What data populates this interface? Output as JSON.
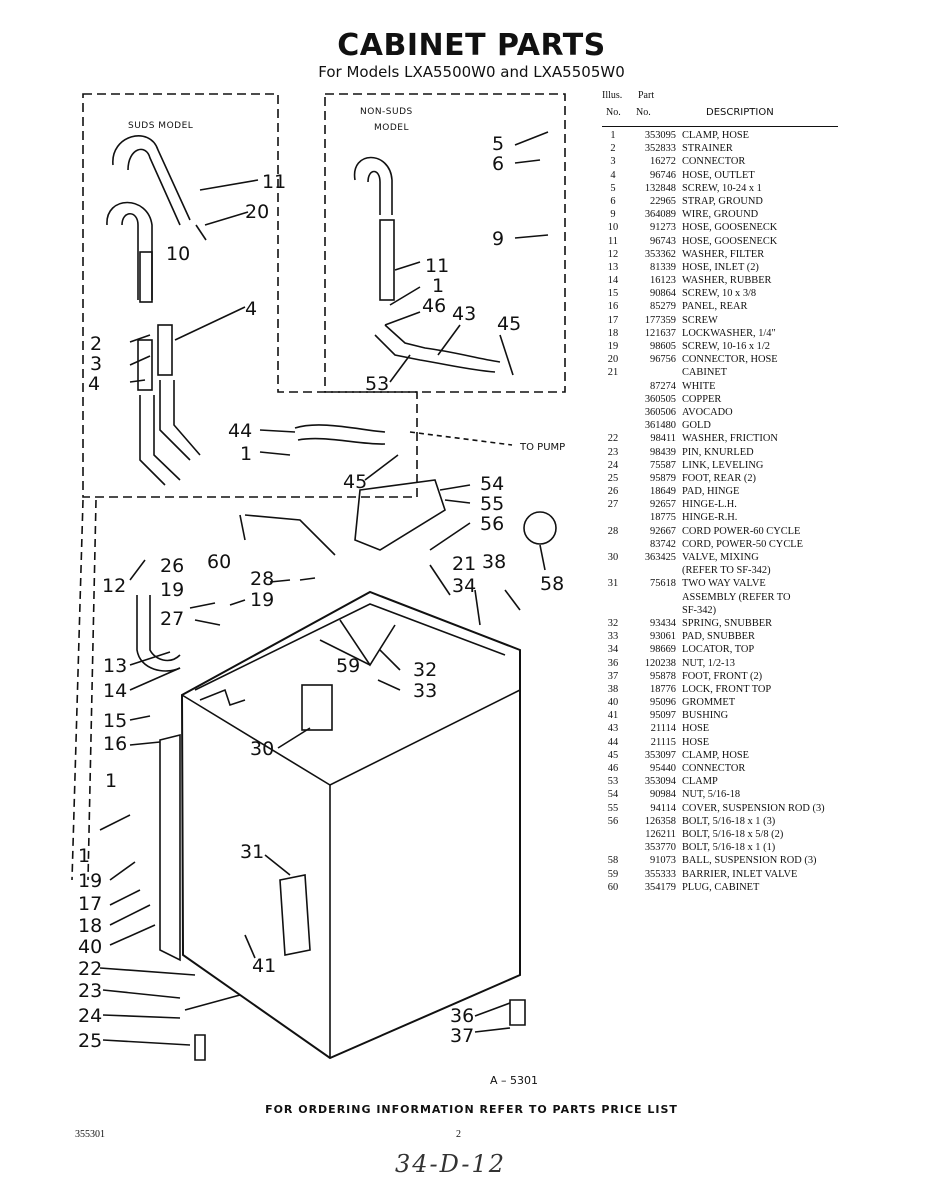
{
  "title": "CABINET PARTS",
  "subtitle": "For Models LXA5500W0 and LXA5505W0",
  "table": {
    "header_illus": "Illus.",
    "header_part": "Part",
    "header_no1": "No.",
    "header_no2": "No.",
    "header_desc": "DESCRIPTION",
    "rows": [
      {
        "no": "1",
        "part": "353095",
        "desc": "CLAMP, HOSE"
      },
      {
        "no": "2",
        "part": "352833",
        "desc": "STRAINER"
      },
      {
        "no": "3",
        "part": "16272",
        "desc": "CONNECTOR"
      },
      {
        "no": "4",
        "part": "96746",
        "desc": "HOSE, OUTLET"
      },
      {
        "no": "5",
        "part": "132848",
        "desc": "SCREW, 10-24 x 1"
      },
      {
        "no": "6",
        "part": "22965",
        "desc": "STRAP, GROUND"
      },
      {
        "no": "9",
        "part": "364089",
        "desc": "WIRE, GROUND"
      },
      {
        "no": "10",
        "part": "91273",
        "desc": "HOSE, GOOSENECK"
      },
      {
        "no": "11",
        "part": "96743",
        "desc": "HOSE, GOOSENECK"
      },
      {
        "no": "12",
        "part": "353362",
        "desc": "WASHER, FILTER"
      },
      {
        "no": "13",
        "part": "81339",
        "desc": "HOSE, INLET (2)"
      },
      {
        "no": "14",
        "part": "16123",
        "desc": "WASHER, RUBBER"
      },
      {
        "no": "15",
        "part": "90864",
        "desc": "SCREW, 10 x 3/8"
      },
      {
        "no": "16",
        "part": "85279",
        "desc": "PANEL, REAR"
      },
      {
        "no": "17",
        "part": "177359",
        "desc": "SCREW"
      },
      {
        "no": "18",
        "part": "121637",
        "desc": "LOCKWASHER, 1/4\""
      },
      {
        "no": "19",
        "part": "98605",
        "desc": "SCREW, 10-16 x 1/2"
      },
      {
        "no": "20",
        "part": "96756",
        "desc": "CONNECTOR, HOSE"
      },
      {
        "no": "21",
        "part": "",
        "desc": "CABINET"
      },
      {
        "no": "",
        "part": "87274",
        "desc": "WHITE"
      },
      {
        "no": "",
        "part": "360505",
        "desc": "COPPER"
      },
      {
        "no": "",
        "part": "360506",
        "desc": "AVOCADO"
      },
      {
        "no": "",
        "part": "361480",
        "desc": "GOLD"
      },
      {
        "no": "22",
        "part": "98411",
        "desc": "WASHER, FRICTION"
      },
      {
        "no": "23",
        "part": "98439",
        "desc": "PIN, KNURLED"
      },
      {
        "no": "24",
        "part": "75587",
        "desc": "LINK, LEVELING"
      },
      {
        "no": "25",
        "part": "95879",
        "desc": "FOOT, REAR (2)"
      },
      {
        "no": "26",
        "part": "18649",
        "desc": "PAD, HINGE"
      },
      {
        "no": "27",
        "part": "92657",
        "desc": "HINGE-L.H."
      },
      {
        "no": "",
        "part": "18775",
        "desc": "HINGE-R.H."
      },
      {
        "no": "28",
        "part": "92667",
        "desc": "CORD POWER-60 CYCLE"
      },
      {
        "no": "",
        "part": "83742",
        "desc": "CORD, POWER-50 CYCLE"
      },
      {
        "no": "30",
        "part": "363425",
        "desc": "VALVE, MIXING"
      },
      {
        "no": "",
        "part": "",
        "desc": "(REFER TO SF-342)"
      },
      {
        "no": "31",
        "part": "75618",
        "desc": "TWO WAY VALVE"
      },
      {
        "no": "",
        "part": "",
        "desc": "ASSEMBLY (REFER TO"
      },
      {
        "no": "",
        "part": "",
        "desc": "SF-342)"
      },
      {
        "no": "32",
        "part": "93434",
        "desc": "SPRING, SNUBBER"
      },
      {
        "no": "33",
        "part": "93061",
        "desc": "PAD, SNUBBER"
      },
      {
        "no": "34",
        "part": "98669",
        "desc": "LOCATOR, TOP"
      },
      {
        "no": "36",
        "part": "120238",
        "desc": "NUT, 1/2-13"
      },
      {
        "no": "37",
        "part": "95878",
        "desc": "FOOT, FRONT (2)"
      },
      {
        "no": "38",
        "part": "18776",
        "desc": "LOCK, FRONT TOP"
      },
      {
        "no": "40",
        "part": "95096",
        "desc": "GROMMET"
      },
      {
        "no": "41",
        "part": "95097",
        "desc": "BUSHING"
      },
      {
        "no": "43",
        "part": "21114",
        "desc": "HOSE"
      },
      {
        "no": "44",
        "part": "21115",
        "desc": "HOSE"
      },
      {
        "no": "45",
        "part": "353097",
        "desc": "CLAMP, HOSE"
      },
      {
        "no": "46",
        "part": "95440",
        "desc": "CONNECTOR"
      },
      {
        "no": "53",
        "part": "353094",
        "desc": "CLAMP"
      },
      {
        "no": "54",
        "part": "90984",
        "desc": "NUT, 5/16-18"
      },
      {
        "no": "55",
        "part": "94114",
        "desc": "COVER, SUSPENSION ROD (3)"
      },
      {
        "no": "56",
        "part": "126358",
        "desc": "BOLT, 5/16-18 x 1 (3)"
      },
      {
        "no": "",
        "part": "126211",
        "desc": "BOLT, 5/16-18 x 5/8 (2)"
      },
      {
        "no": "",
        "part": "353770",
        "desc": "BOLT, 5/16-18 x 1 (1)"
      },
      {
        "no": "58",
        "part": "91073",
        "desc": "BALL, SUSPENSION ROD (3)"
      },
      {
        "no": "59",
        "part": "355333",
        "desc": "BARRIER, INLET VALVE"
      },
      {
        "no": "60",
        "part": "354179",
        "desc": "PLUG, CABINET"
      }
    ]
  },
  "diagram": {
    "suds_label": "SUDS MODEL",
    "nonsuds_label_1": "NON-SUDS",
    "nonsuds_label_2": "MODEL",
    "to_pump": "TO PUMP",
    "callouts": {
      "c5": "5",
      "c6": "6",
      "c9": "9",
      "c11a": "11",
      "c20": "20",
      "c10": "10",
      "c4a": "4",
      "c2": "2",
      "c3": "3",
      "c4b": "4",
      "c11b": "11",
      "c1a": "1",
      "c46": "46",
      "c43": "43",
      "c45a": "45",
      "c53": "53",
      "c44": "44",
      "c1b": "1",
      "c45b": "45",
      "c54": "54",
      "c55": "55",
      "c56": "56",
      "c58": "58",
      "c60": "60",
      "c12": "12",
      "c26": "26",
      "c28": "28",
      "c19a": "19",
      "c19b": "19",
      "c27": "27",
      "c21": "21",
      "c34": "34",
      "c38": "38",
      "c59": "59",
      "c32": "32",
      "c33": "33",
      "c13": "13",
      "c14": "14",
      "c15": "15",
      "c16": "16",
      "c30": "30",
      "c1c": "1",
      "c1d": "1",
      "c31": "31",
      "c19c": "19",
      "c17": "17",
      "c18": "18",
      "c40": "40",
      "c22": "22",
      "c23": "23",
      "c41": "41",
      "c24": "24",
      "c25": "25",
      "c36": "36",
      "c37": "37"
    }
  },
  "figure_id": "A – 5301",
  "footer_note": "FOR ORDERING INFORMATION REFER TO PARTS PRICE LIST",
  "doc_number": "355301",
  "page_number": "2",
  "handwritten_note": "34-D-12"
}
